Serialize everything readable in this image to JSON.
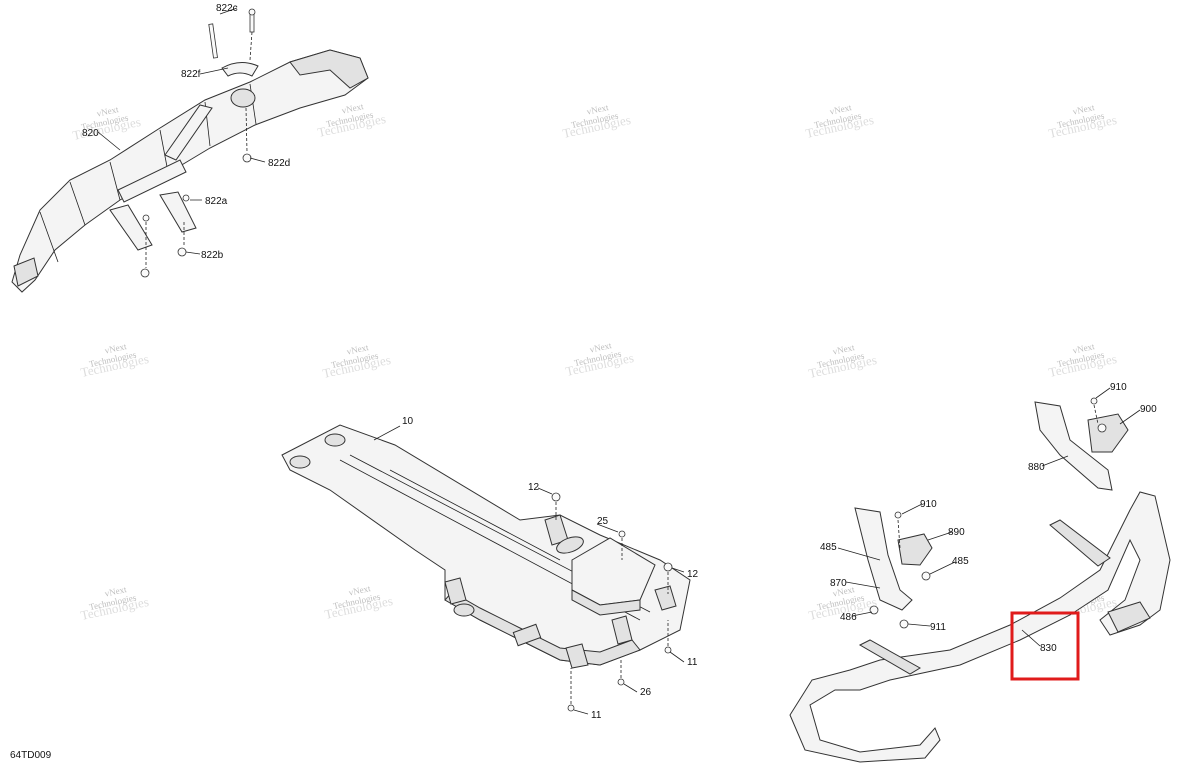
{
  "diagram": {
    "doc_code": "64TD009",
    "watermark_line1": "vNext",
    "watermark_line2": "Technologies",
    "highlight_color": "#e01b1b",
    "callouts": {
      "c822c": "822c",
      "c822f": "822f",
      "c820": "820",
      "c822d": "822d",
      "c822a": "822a",
      "c822b": "822b",
      "c10": "10",
      "c12a": "12",
      "c25": "25",
      "c12b": "12",
      "c11a": "11",
      "c26": "26",
      "c11b": "11",
      "c910a": "910",
      "c900": "900",
      "c880": "880",
      "c910b": "910",
      "c890": "890",
      "c485a": "485",
      "c485b": "485",
      "c870": "870",
      "c486": "486",
      "c911": "911",
      "c830": "830"
    }
  }
}
